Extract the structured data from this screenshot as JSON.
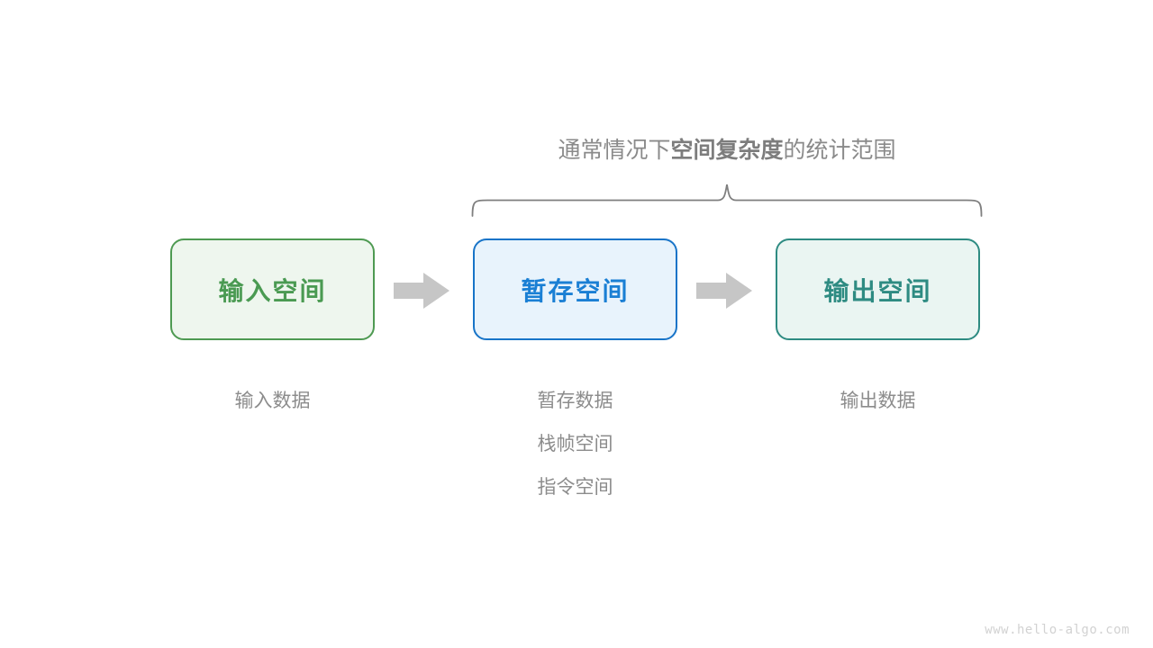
{
  "page": {
    "background": "#ffffff",
    "watermark": "www.hello-algo.com"
  },
  "annotation": {
    "title_prefix": "通常情况下",
    "title_emphasis": "空间复杂度",
    "title_suffix": "的统计范围",
    "brace": {
      "name": "curly-brace",
      "color": "#7f7f7f",
      "spans": [
        "暂存空间",
        "输出空间"
      ]
    }
  },
  "flow": {
    "stages": [
      {
        "id": "input",
        "label": "输入空间",
        "text_color": "#4a9a52",
        "border_color": "#4e9a52",
        "fill_color": "#eef6ee",
        "sublabels": [
          "输入数据"
        ]
      },
      {
        "id": "temp",
        "label": "暂存空间",
        "text_color": "#1a7fd4",
        "border_color": "#1874c8",
        "fill_color": "#e8f3fc",
        "sublabels": [
          "暂存数据",
          "栈帧空间",
          "指令空间"
        ]
      },
      {
        "id": "output",
        "label": "输出空间",
        "text_color": "#2e8b82",
        "border_color": "#2e8b82",
        "fill_color": "#eaf5f2",
        "sublabels": [
          "输出数据"
        ]
      }
    ],
    "arrows": [
      {
        "id": "arrow-input-to-temp",
        "from": "input",
        "to": "temp",
        "color": "#c6c6c6",
        "glyph": "block-arrow-right"
      },
      {
        "id": "arrow-temp-to-output",
        "from": "temp",
        "to": "output",
        "color": "#c6c6c6",
        "glyph": "block-arrow-right"
      }
    ]
  },
  "chart_data": {
    "type": "diagram",
    "title": "通常情况下空间复杂度的统计范围",
    "nodes": [
      {
        "name": "输入空间",
        "details": [
          "输入数据"
        ],
        "in_scope": false
      },
      {
        "name": "暂存空间",
        "details": [
          "暂存数据",
          "栈帧空间",
          "指令空间"
        ],
        "in_scope": true
      },
      {
        "name": "输出空间",
        "details": [
          "输出数据"
        ],
        "in_scope": true
      }
    ],
    "edges": [
      {
        "from": "输入空间",
        "to": "暂存空间"
      },
      {
        "from": "暂存空间",
        "to": "输出空间"
      }
    ]
  }
}
